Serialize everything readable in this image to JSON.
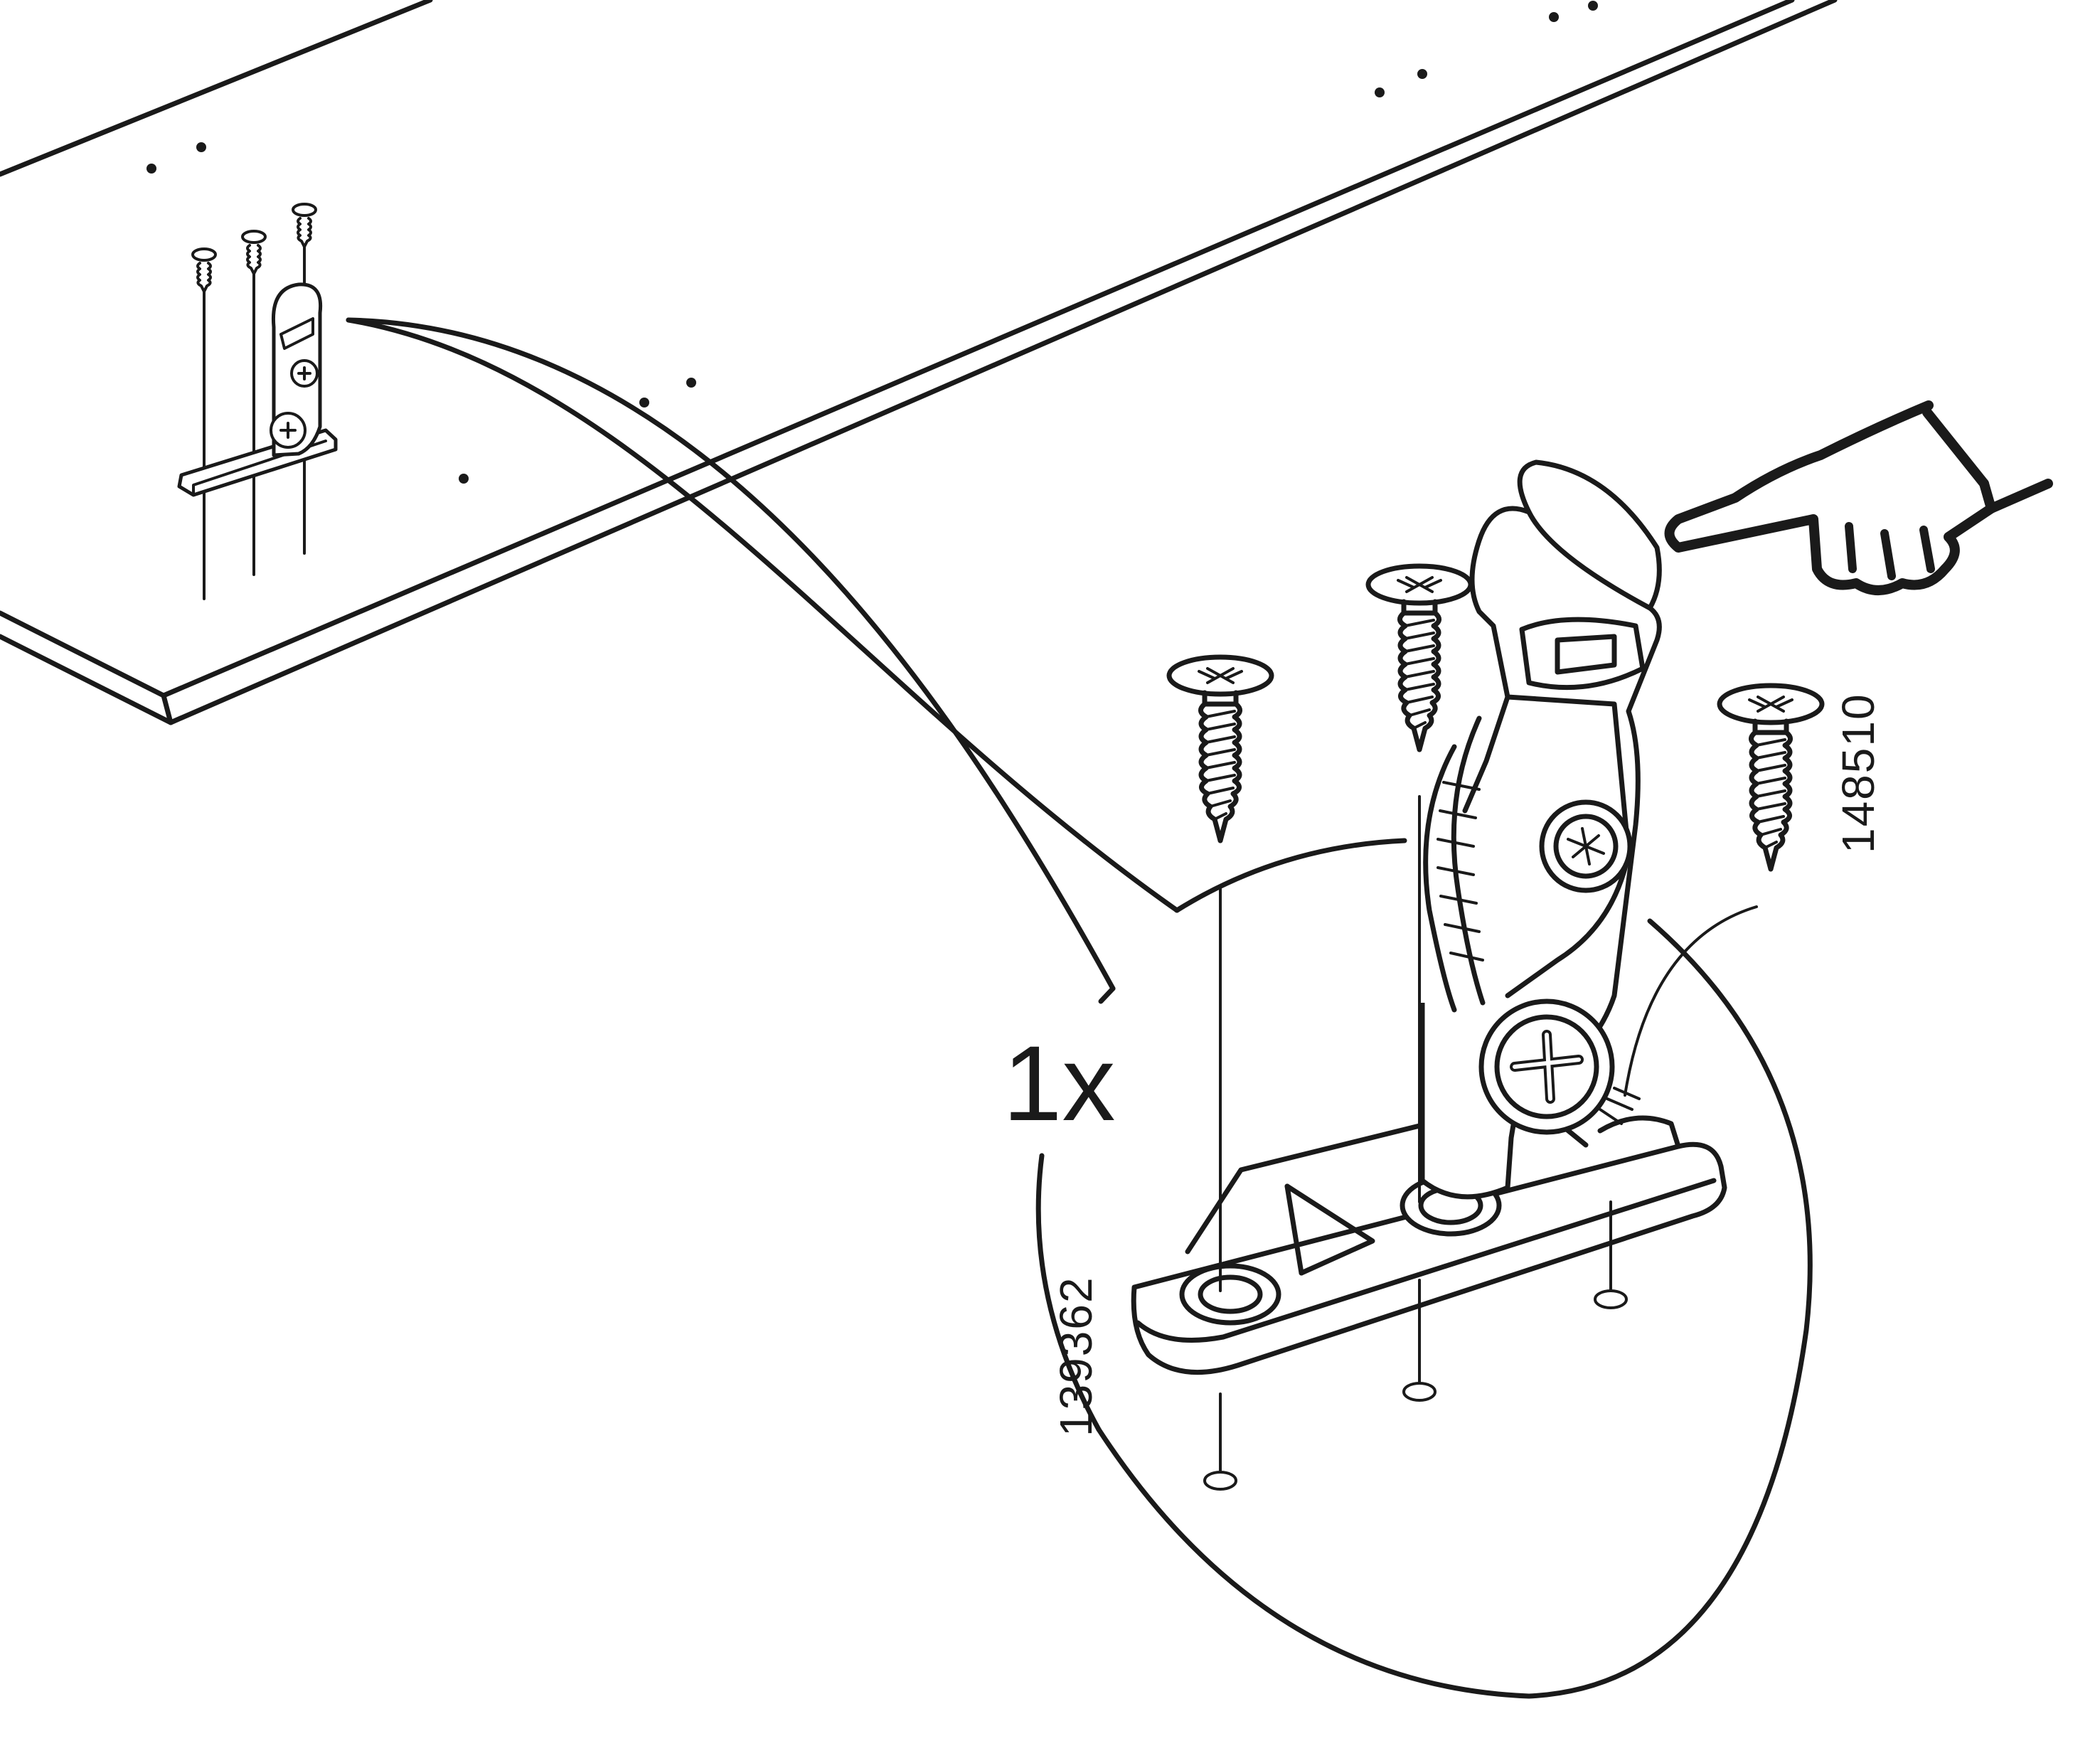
{
  "step": {
    "quantity": "1x",
    "part_numbers": {
      "left": "139362",
      "right": "148510"
    }
  },
  "icons": {
    "pointing_hand": "pointing-hand-icon",
    "screw": "screw-icon",
    "hinge": "hinge-bracket-icon"
  },
  "colors": {
    "ink": "#1a1a1a",
    "paper": "#ffffff"
  }
}
